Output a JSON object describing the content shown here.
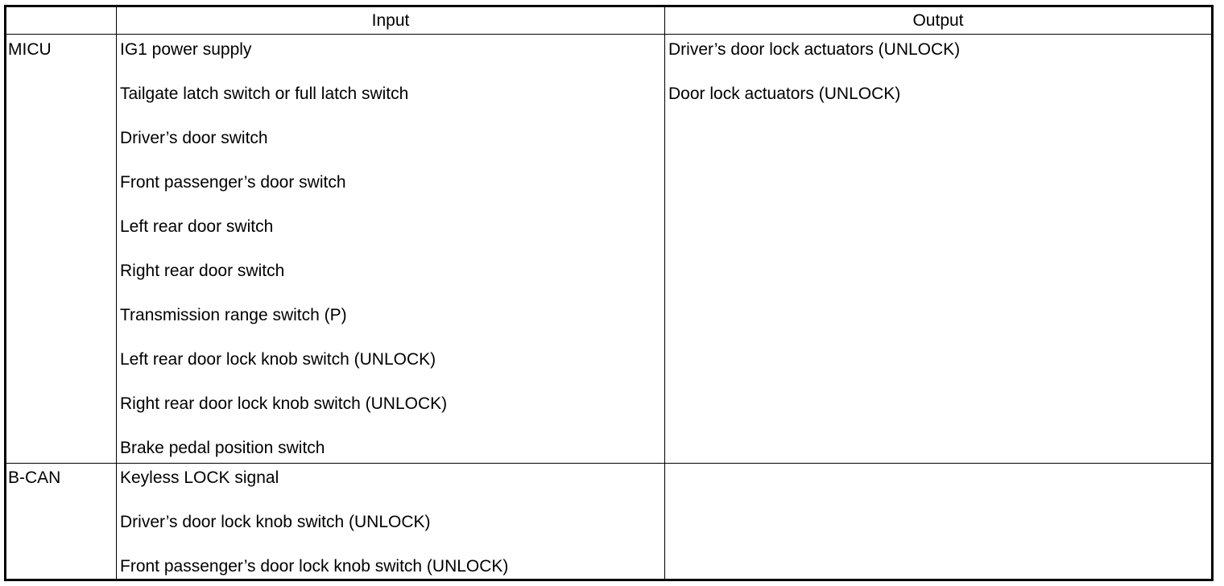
{
  "table": {
    "headers": {
      "blank": "",
      "input": "Input",
      "output": "Output"
    },
    "rows": [
      {
        "unit": "MICU",
        "inputs": [
          "IG1 power supply",
          "Tailgate latch switch or full latch switch",
          "Driver’s door switch",
          "Front passenger’s door switch",
          "Left rear door switch",
          "Right rear door switch",
          "Transmission range switch (P)",
          "Left rear door lock knob switch (UNLOCK)",
          "Right rear door lock knob switch (UNLOCK)",
          "Brake pedal position switch"
        ],
        "outputs": [
          "Driver’s door lock actuators (UNLOCK)",
          "Door lock actuators (UNLOCK)"
        ]
      },
      {
        "unit": "B-CAN",
        "inputs": [
          "Keyless LOCK signal",
          "Driver’s door lock knob switch (UNLOCK)",
          "Front passenger’s door lock knob switch (UNLOCK)"
        ],
        "outputs": []
      }
    ]
  }
}
